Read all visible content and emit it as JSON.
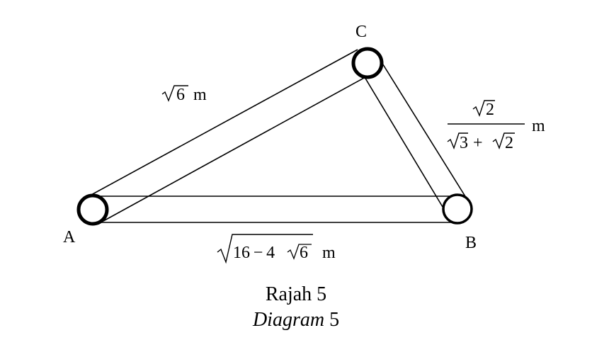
{
  "points": {
    "a": "A",
    "b": "B",
    "c": "C"
  },
  "sides": {
    "ac": {
      "radicand": "6",
      "unit": "m"
    },
    "cb": {
      "num_radicand": "2",
      "den_left": "3",
      "den_op": "+",
      "den_right": "2",
      "unit": "m"
    },
    "ab": {
      "prefix": "16 − 4",
      "inner_radicand": "6",
      "unit": "m"
    }
  },
  "caption": {
    "line1": "Rajah 5",
    "line2_word": "Diagram",
    "line2_num": " 5"
  }
}
